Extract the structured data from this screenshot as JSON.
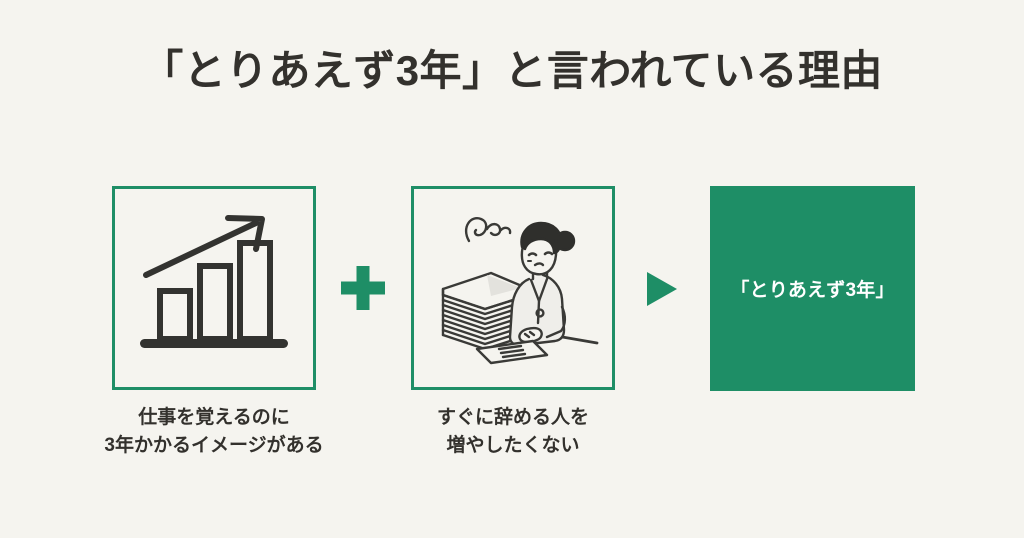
{
  "page": {
    "background_color": "#f5f4ef",
    "accent_green": "#1e8e66",
    "text_color": "#33312d",
    "title": "「とりあえず3年」と言われている理由"
  },
  "items": [
    {
      "id": "reason-1",
      "icon_name": "growth-bar-chart-icon",
      "caption_line1": "仕事を覚えるのに",
      "caption_line2": "3年かかるイメージがある"
    },
    {
      "id": "reason-2",
      "icon_name": "overworked-office-worker-icon",
      "caption_line1": "すぐに辞める人を",
      "caption_line2": "増やしたくない"
    }
  ],
  "connectors": {
    "plus_icon": "plus-icon",
    "arrow_icon": "play-triangle-right-icon"
  },
  "result": {
    "label": "「とりあえず3年」",
    "background_color": "#1e8e66",
    "text_color": "#ffffff"
  }
}
